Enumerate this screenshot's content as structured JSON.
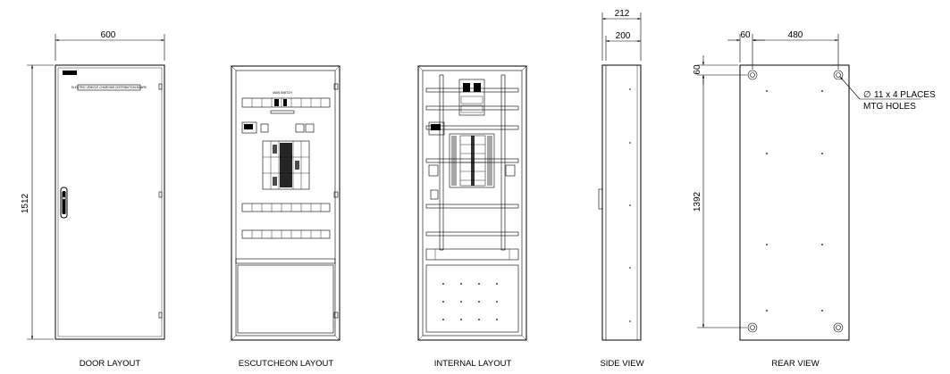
{
  "views": {
    "door": {
      "label": "DOOR LAYOUT",
      "plate_text": "ELECTRIC VEHICLE CHARGING DISTRIBUTION BOARD",
      "dim_width": "600",
      "dim_height": "1512"
    },
    "escutcheon": {
      "label": "ESCUTCHEON LAYOUT",
      "main_switch_text": "MAIN SWITCH"
    },
    "internal": {
      "label": "INTERNAL LAYOUT"
    },
    "side": {
      "label": "SIDE VIEW",
      "dim_outer": "212",
      "dim_inner": "200"
    },
    "rear": {
      "label": "REAR VIEW",
      "dim_left": "60",
      "dim_span": "480",
      "dim_top": "60",
      "dim_vertical": "1392",
      "holes_note_line1": "11 x 4 PLACES",
      "holes_note_line2": "MTG HOLES",
      "diameter_symbol": "∅"
    }
  }
}
